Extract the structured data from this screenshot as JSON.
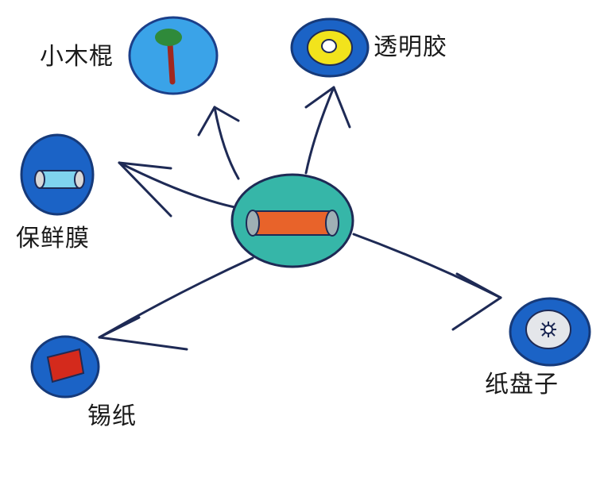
{
  "labels": {
    "wooden_stick": "小木棍",
    "tape": "透明胶",
    "plastic_wrap": "保鲜膜",
    "tin_foil": "锡纸",
    "paper_plate": "纸盘子"
  },
  "colors": {
    "circle_blue": "#1b63c6",
    "circle_light_blue": "#3aa3e8",
    "center_teal": "#36b6a8",
    "center_orange": "#e8632a",
    "foil_red": "#d42a1c",
    "tape_yellow": "#f2e31c",
    "stick_brown": "#a0281f",
    "stick_green": "#2f8a3a",
    "stroke_dark": "#1e2a55"
  },
  "icons": {
    "center": "paper-roll-icon",
    "wooden_stick": "tree-icon",
    "tape": "tape-roll-icon",
    "plastic_wrap": "film-roll-icon",
    "tin_foil": "foil-sheet-icon",
    "paper_plate": "crumpled-plate-icon"
  }
}
